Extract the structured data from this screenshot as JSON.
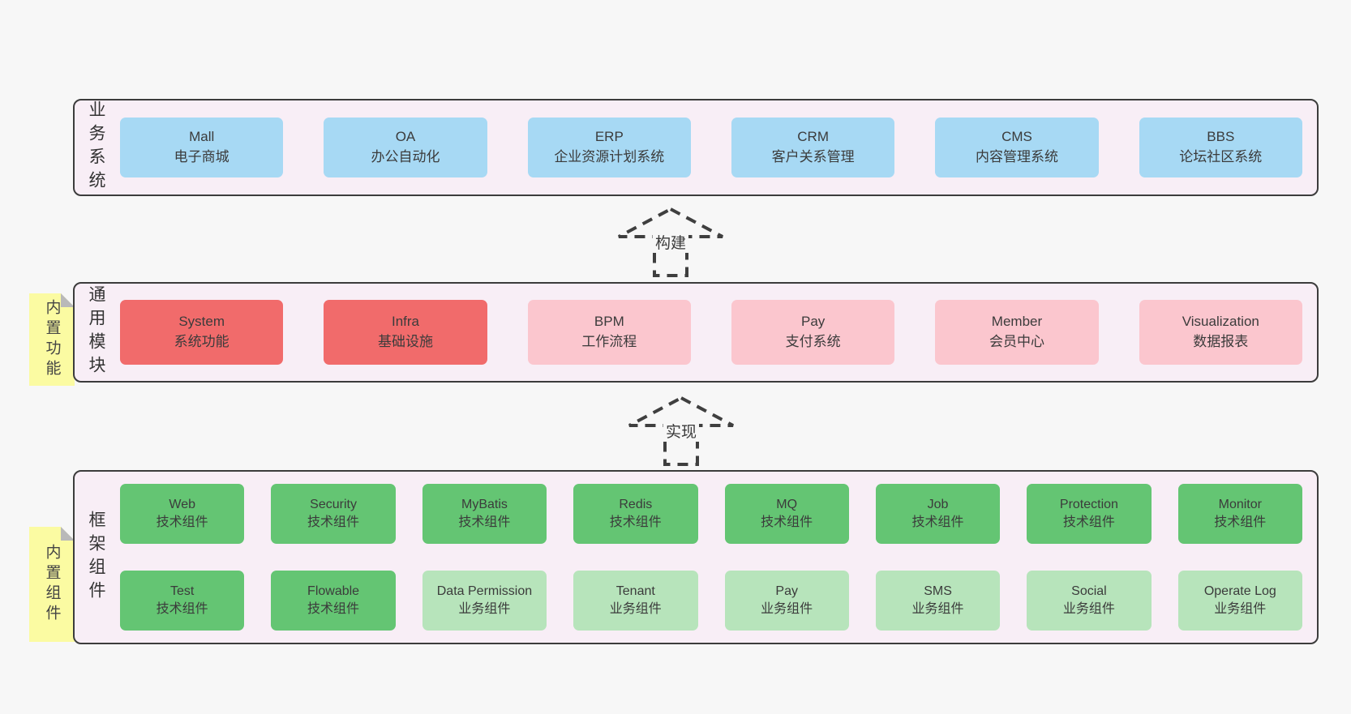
{
  "colors": {
    "page_bg": "#f7f7f7",
    "layer_bg": "#f8eef6",
    "layer_border": "#3c3c3c",
    "box_blue": "#a7d9f4",
    "box_red": "#f16b6b",
    "box_pink": "#fbc6ce",
    "box_green": "#64c573",
    "box_lightgreen": "#b7e4bb",
    "tab_yellow": "#fbfba2",
    "fold_gray": "#b9b9b9",
    "text": "#3b3b3b"
  },
  "arrows": [
    {
      "label": "构建"
    },
    {
      "label": "实现"
    }
  ],
  "layers": [
    {
      "label": "业务系统",
      "boxes": [
        {
          "name": "Mall",
          "subtitle": "电子商城",
          "variant": "blue"
        },
        {
          "name": "OA",
          "subtitle": "办公自动化",
          "variant": "blue"
        },
        {
          "name": "ERP",
          "subtitle": "企业资源计划系统",
          "variant": "blue"
        },
        {
          "name": "CRM",
          "subtitle": "客户关系管理",
          "variant": "blue"
        },
        {
          "name": "CMS",
          "subtitle": "内容管理系统",
          "variant": "blue"
        },
        {
          "name": "BBS",
          "subtitle": "论坛社区系统",
          "variant": "blue"
        }
      ]
    },
    {
      "label": "通用模块",
      "tab": "内置功能",
      "boxes": [
        {
          "name": "System",
          "subtitle": "系统功能",
          "variant": "red"
        },
        {
          "name": "Infra",
          "subtitle": "基础设施",
          "variant": "red"
        },
        {
          "name": "BPM",
          "subtitle": "工作流程",
          "variant": "pink"
        },
        {
          "name": "Pay",
          "subtitle": "支付系统",
          "variant": "pink"
        },
        {
          "name": "Member",
          "subtitle": "会员中心",
          "variant": "pink"
        },
        {
          "name": "Visualization",
          "subtitle": "数据报表",
          "variant": "pink"
        }
      ]
    },
    {
      "label": "框架组件",
      "tab": "内置组件",
      "rows": [
        [
          {
            "name": "Web",
            "subtitle": "技术组件",
            "variant": "green"
          },
          {
            "name": "Security",
            "subtitle": "技术组件",
            "variant": "green"
          },
          {
            "name": "MyBatis",
            "subtitle": "技术组件",
            "variant": "green"
          },
          {
            "name": "Redis",
            "subtitle": "技术组件",
            "variant": "green"
          },
          {
            "name": "MQ",
            "subtitle": "技术组件",
            "variant": "green"
          },
          {
            "name": "Job",
            "subtitle": "技术组件",
            "variant": "green"
          },
          {
            "name": "Protection",
            "subtitle": "技术组件",
            "variant": "green"
          },
          {
            "name": "Monitor",
            "subtitle": "技术组件",
            "variant": "green"
          }
        ],
        [
          {
            "name": "Test",
            "subtitle": "技术组件",
            "variant": "green"
          },
          {
            "name": "Flowable",
            "subtitle": "技术组件",
            "variant": "green"
          },
          {
            "name": "Data Permission",
            "subtitle": "业务组件",
            "variant": "lightgreen"
          },
          {
            "name": "Tenant",
            "subtitle": "业务组件",
            "variant": "lightgreen"
          },
          {
            "name": "Pay",
            "subtitle": "业务组件",
            "variant": "lightgreen"
          },
          {
            "name": "SMS",
            "subtitle": "业务组件",
            "variant": "lightgreen"
          },
          {
            "name": "Social",
            "subtitle": "业务组件",
            "variant": "lightgreen"
          },
          {
            "name": "Operate Log",
            "subtitle": "业务组件",
            "variant": "lightgreen"
          }
        ]
      ]
    }
  ]
}
